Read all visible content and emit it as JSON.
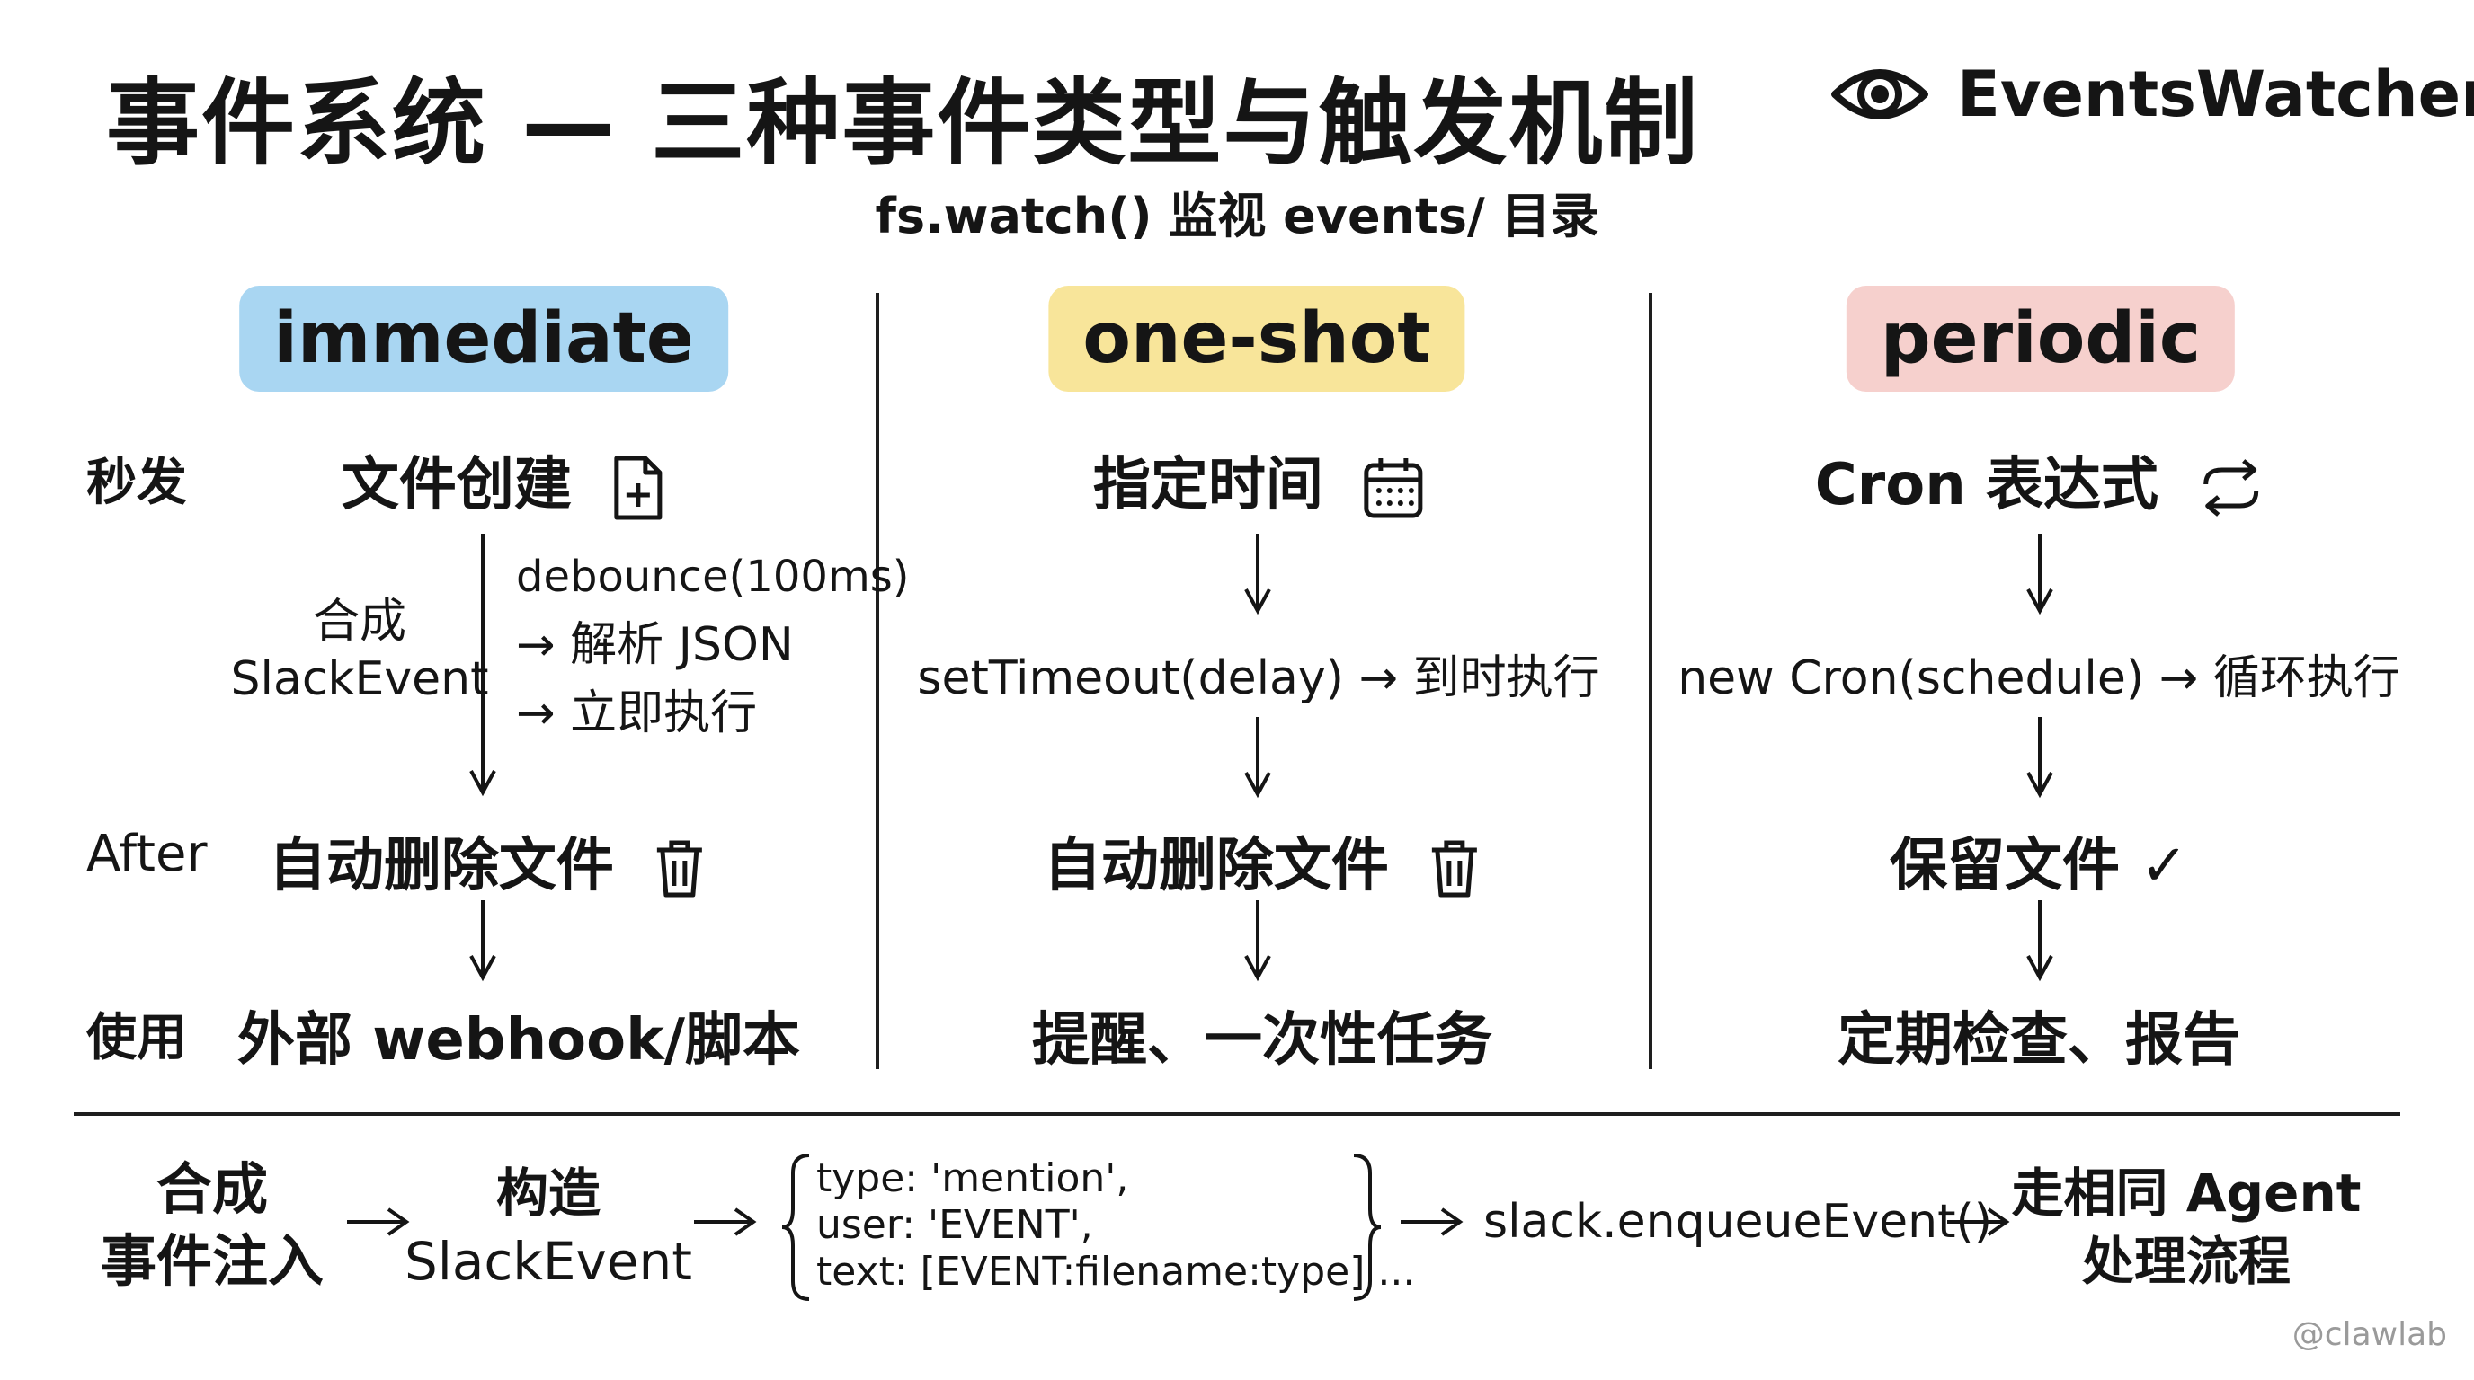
{
  "header": {
    "title": "事件系统 — 三种事件类型与触发机制",
    "brand": "EventsWatcher",
    "brand_icon": "eye-icon",
    "subtitle": "fs.watch() 监视 events/ 目录"
  },
  "row_labels": {
    "trigger": "秒发",
    "after": "After",
    "use": "使用"
  },
  "columns": [
    {
      "tag": "immediate",
      "tag_color": "#a9d6f2",
      "trigger": "文件创建",
      "trigger_icon": "file-plus-icon",
      "synth_line1": "合成",
      "synth_line2": "SlackEvent",
      "steps": [
        "debounce(100ms)",
        "→ 解析 JSON",
        "→ 立即执行"
      ],
      "after": "自动删除文件",
      "after_icon": "trash-icon",
      "use": "外部 webhook/脚本"
    },
    {
      "tag": "one-shot",
      "tag_color": "#f8e59a",
      "trigger": "指定时间",
      "trigger_icon": "calendar-icon",
      "mechanism": "setTimeout(delay) → 到时执行",
      "after": "自动删除文件",
      "after_icon": "trash-icon",
      "use": "提醒、一次性任务"
    },
    {
      "tag": "periodic",
      "tag_color": "#f6d0cd",
      "trigger": "Cron 表达式",
      "trigger_icon": "repeat-icon",
      "mechanism": "new Cron(schedule) → 循环执行",
      "after": "保留文件 ✓",
      "use": "定期检查、报告"
    }
  ],
  "flow": {
    "step1": [
      "合成",
      "事件注入"
    ],
    "step2": [
      "构造",
      "SlackEvent"
    ],
    "code": [
      "type: 'mention',",
      "user: 'EVENT',",
      "text: [EVENT:filename:type] ..."
    ],
    "step4": "slack.enqueueEvent()",
    "step5": [
      "走相同 Agent",
      "处理流程"
    ]
  },
  "watermark": "@clawlab"
}
